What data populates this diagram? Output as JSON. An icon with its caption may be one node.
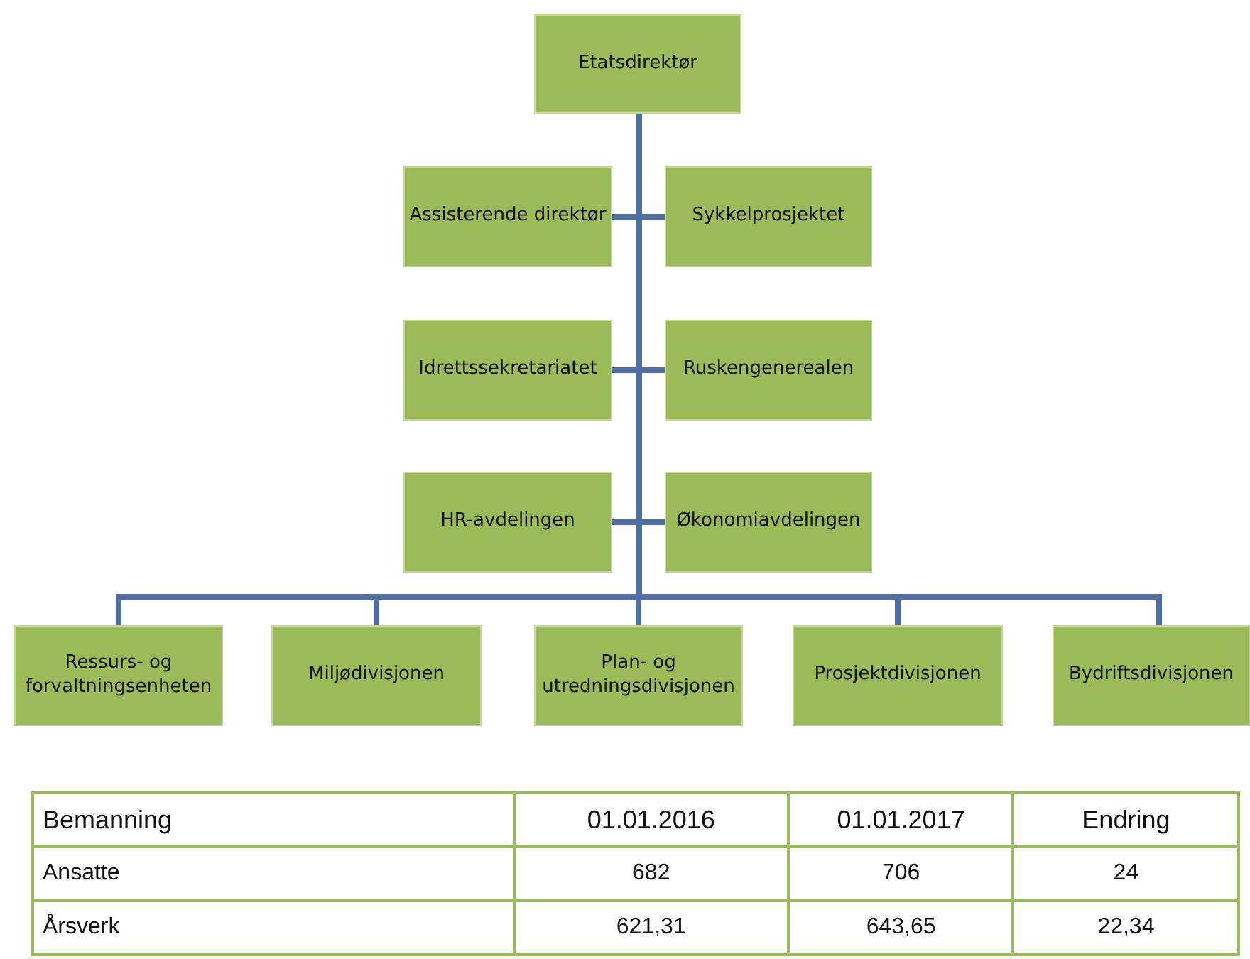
{
  "diagram": {
    "nodes": [
      {
        "text": [
          "Etatsdirektør"
        ]
      },
      {
        "text": [
          "Assisterende direktør"
        ]
      },
      {
        "text": [
          "Sykkelprosjektet"
        ]
      },
      {
        "text": [
          "Idrettssekretariatet"
        ]
      },
      {
        "text": [
          "Ruskengenerealen"
        ]
      },
      {
        "text": [
          "HR-avdelingen"
        ]
      },
      {
        "text": [
          "Økonomiavdelingen"
        ]
      },
      {
        "text": [
          "Ressurs- og forvaltningsenheten"
        ]
      },
      {
        "text": [
          "Miljødivisjonen"
        ]
      },
      {
        "text": [
          "Plan- og utredningsdivisjonen"
        ]
      },
      {
        "text": [
          "Prosjektdivisjonen"
        ]
      },
      {
        "text": [
          "Bydriftsdivisjonen"
        ]
      }
    ],
    "edges": [
      {
        "from": 0,
        "to": 1,
        "arrow": "none"
      },
      {
        "from": 0,
        "to": 2,
        "arrow": "none"
      },
      {
        "from": 0,
        "to": 3,
        "arrow": "none"
      },
      {
        "from": 0,
        "to": 4,
        "arrow": "none"
      },
      {
        "from": 0,
        "to": 5,
        "arrow": "none"
      },
      {
        "from": 0,
        "to": 6,
        "arrow": "none"
      },
      {
        "from": 0,
        "to": 7,
        "arrow": "none"
      },
      {
        "from": 0,
        "to": 8,
        "arrow": "none"
      },
      {
        "from": 0,
        "to": 9,
        "arrow": "none"
      },
      {
        "from": 0,
        "to": 10,
        "arrow": "none"
      },
      {
        "from": 0,
        "to": 11,
        "arrow": "none"
      }
    ],
    "labels": [
      "Bemanning",
      "01.01.2016",
      "01.01.2017",
      "Endring",
      "Ansatte",
      "682",
      "706",
      "24",
      "Årsverk",
      "621,31",
      "643,65",
      "22,34"
    ]
  }
}
